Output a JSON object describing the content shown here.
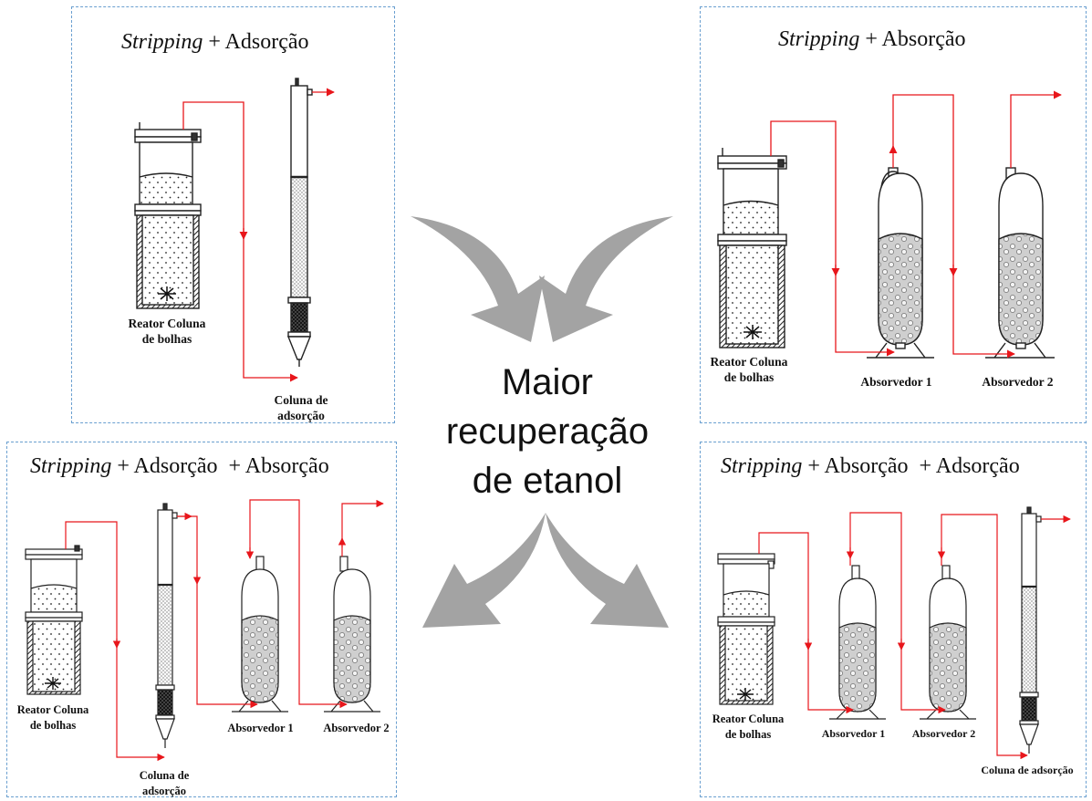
{
  "panels": {
    "top_left": {
      "title_italic": "Stripping",
      "title_rest": " + Adsorção"
    },
    "top_right": {
      "title_italic": "Stripping",
      "title_rest": " + Absorção"
    },
    "bottom_left": {
      "title_italic": "Stripping",
      "title_rest": " + Adsorção  + Absorção"
    },
    "bottom_right": {
      "title_italic": "Stripping",
      "title_rest": " + Absorção  + Adsorção"
    }
  },
  "labels": {
    "reactor_line1": "Reator Coluna",
    "reactor_line2": "de bolhas",
    "column_line1": "Coluna de",
    "column_line2": "adsorção",
    "column_single": "Coluna de adsorção",
    "absorber_1": "Absorvedor 1",
    "absorber_2": "Absorvedor 2"
  },
  "center": {
    "line1": "Maior",
    "line2": "recuperação",
    "line3": "de etanol"
  },
  "colors": {
    "flow_line": "#e8161b",
    "arrow": "#a3a3a3",
    "panel_border": "#6a9fd0"
  }
}
